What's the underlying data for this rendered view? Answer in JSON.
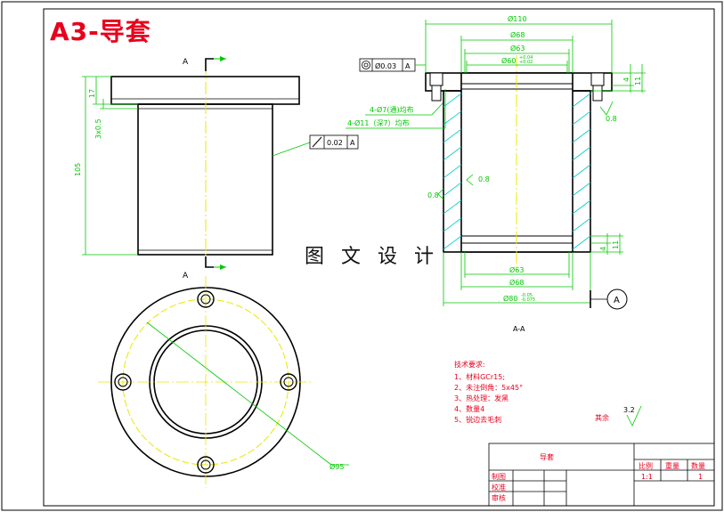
{
  "sheet_title": "A3-导套",
  "watermark": "图 文 设 计",
  "section_marks": {
    "top": "A",
    "bottom": "A",
    "section_label": "A-A",
    "view_callout": "A"
  },
  "front_view": {
    "dim_total_height": "105",
    "dim_flange": "17",
    "dim_step": "3x0.5",
    "flatness": {
      "value": "0.02",
      "datum": "A"
    }
  },
  "section_view": {
    "dim_outer": "Ø110",
    "dim_bore_top": "Ø68",
    "dim_63_top": "Ø63",
    "dim_60": "Ø60",
    "tol_60_upper": "+0.04",
    "tol_60_lower": "+0.02",
    "dim_63_bottom": "Ø63",
    "dim_68_bottom": "Ø68",
    "dim_80": "Ø80",
    "tol_80_upper": "-0.05",
    "tol_80_lower": "-0.075",
    "hole_note_1": "4-Ø7(通)均布",
    "hole_note_2": "4-Ø11（深7）均布",
    "concentricity": {
      "value": "Ø0.03",
      "datum": "A"
    },
    "dim_4_top": "4",
    "dim_11_top": "11",
    "dim_4_bottom": "4",
    "dim_11_bottom": "11",
    "rough_1": "0.8",
    "rough_2": "0.8",
    "rough_3": "0.8"
  },
  "top_view": {
    "dim_pcd": "Ø95"
  },
  "notes": {
    "heading": "技术要求:",
    "items": [
      "1、材料GCr15;",
      "2、未注倒角：5x45°",
      "3、热处理：发黑",
      "4、数量4",
      "5、锐边去毛刺"
    ]
  },
  "roughness_other": {
    "label": "其余",
    "value": "3.2"
  },
  "title_block": {
    "part_name": "导套",
    "scale_label": "比例",
    "weight_label": "重量",
    "qty_label": "数量",
    "scale_value": "1:1",
    "qty_value": "1",
    "rows": [
      "制图",
      "校准",
      "审核"
    ]
  },
  "colors": {
    "line": "#000000",
    "center": "#e8e800",
    "dimension": "#00c800",
    "hatch": "#00c8c8",
    "note": "#e8001c",
    "title": "#e8001c"
  }
}
